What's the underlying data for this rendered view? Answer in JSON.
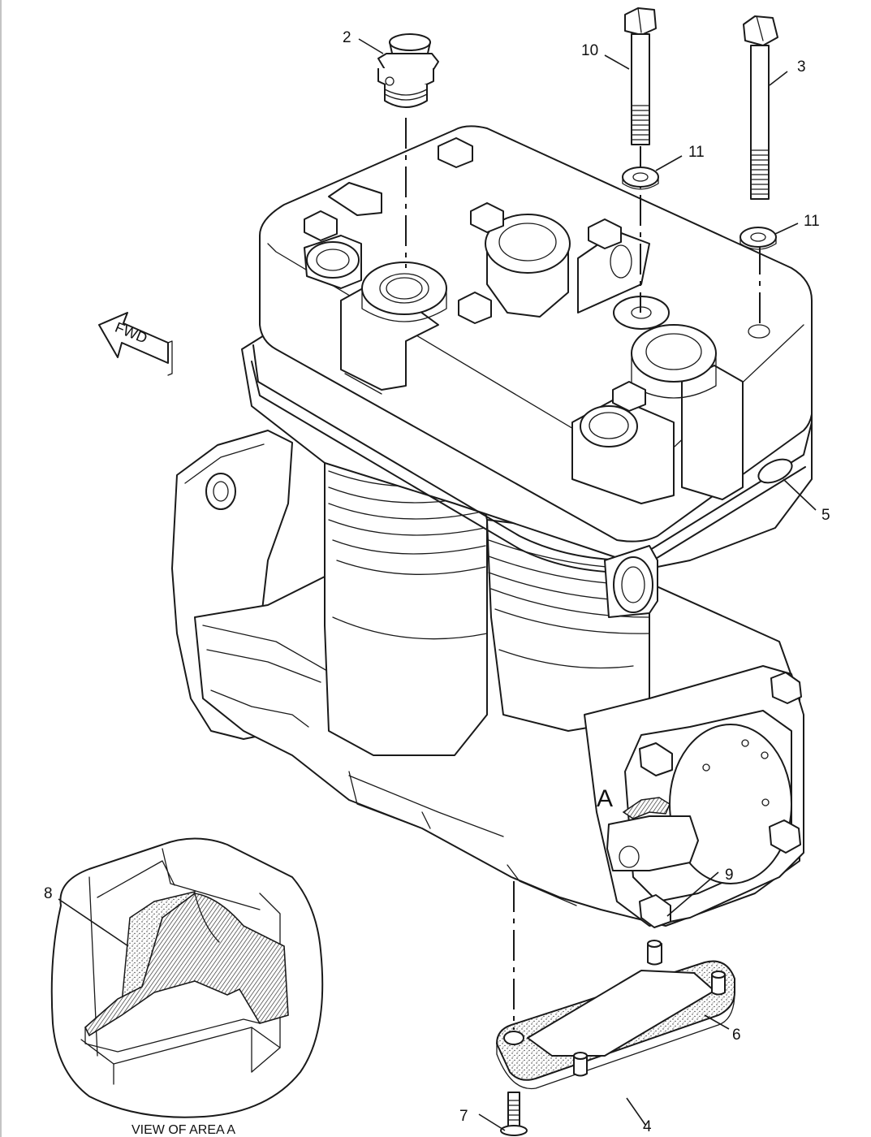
{
  "diagram": {
    "callouts": [
      {
        "id": "c2",
        "text": "2"
      },
      {
        "id": "c10",
        "text": "10"
      },
      {
        "id": "c3",
        "text": "3"
      },
      {
        "id": "c11a",
        "text": "11"
      },
      {
        "id": "c11b",
        "text": "11"
      },
      {
        "id": "c5",
        "text": "5"
      },
      {
        "id": "c9",
        "text": "9"
      },
      {
        "id": "c6",
        "text": "6"
      },
      {
        "id": "c4",
        "text": "4"
      },
      {
        "id": "c7",
        "text": "7"
      },
      {
        "id": "c8",
        "text": "8"
      }
    ],
    "fwd_label": "FWD",
    "area_label": "A",
    "view_caption": "VIEW OF AREA A"
  }
}
